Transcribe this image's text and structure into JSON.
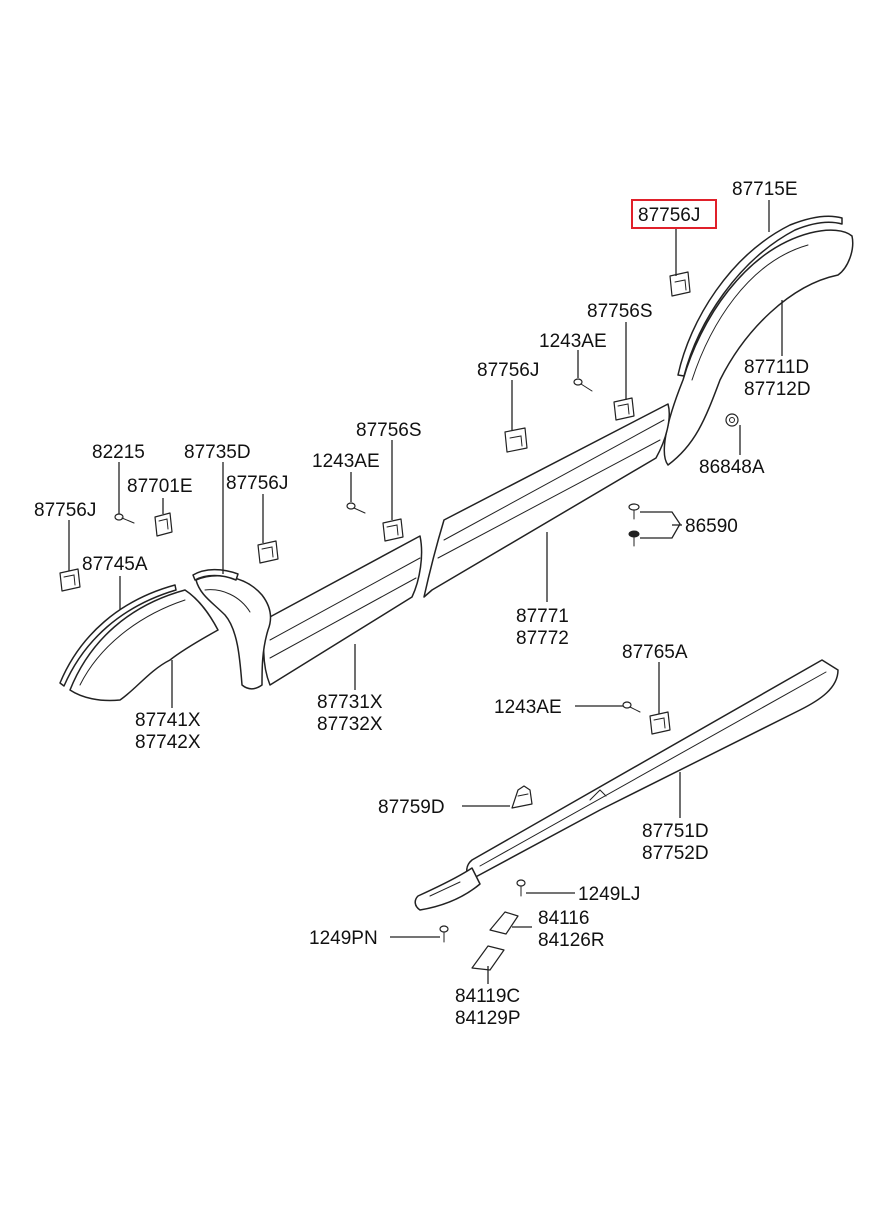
{
  "highlight_color": "#e0202a",
  "labels": {
    "p87715E": "87715E",
    "p87756J_top": "87756J",
    "p87756S_a": "87756S",
    "p1243AE_a": "1243AE",
    "p87711D": "87711D",
    "p87712D": "87712D",
    "p87756J_b": "87756J",
    "p86848A": "86848A",
    "p87756S_b": "87756S",
    "p1243AE_b": "1243AE",
    "p82215": "82215",
    "p87735D": "87735D",
    "p87701E": "87701E",
    "p87756J_c": "87756J",
    "p87756J_d": "87756J",
    "p87745A": "87745A",
    "p86590": "86590",
    "p87771": "87771",
    "p87772": "87772",
    "p87731X": "87731X",
    "p87732X": "87732X",
    "p87741X": "87741X",
    "p87742X": "87742X",
    "p87765A": "87765A",
    "p1243AE_c": "1243AE",
    "p87759D": "87759D",
    "p87751D": "87751D",
    "p87752D": "87752D",
    "p1249LJ": "1249LJ",
    "p84116": "84116",
    "p84126R": "84126R",
    "p1249PN": "1249PN",
    "p84119C": "84119C",
    "p84129P": "84129P"
  }
}
